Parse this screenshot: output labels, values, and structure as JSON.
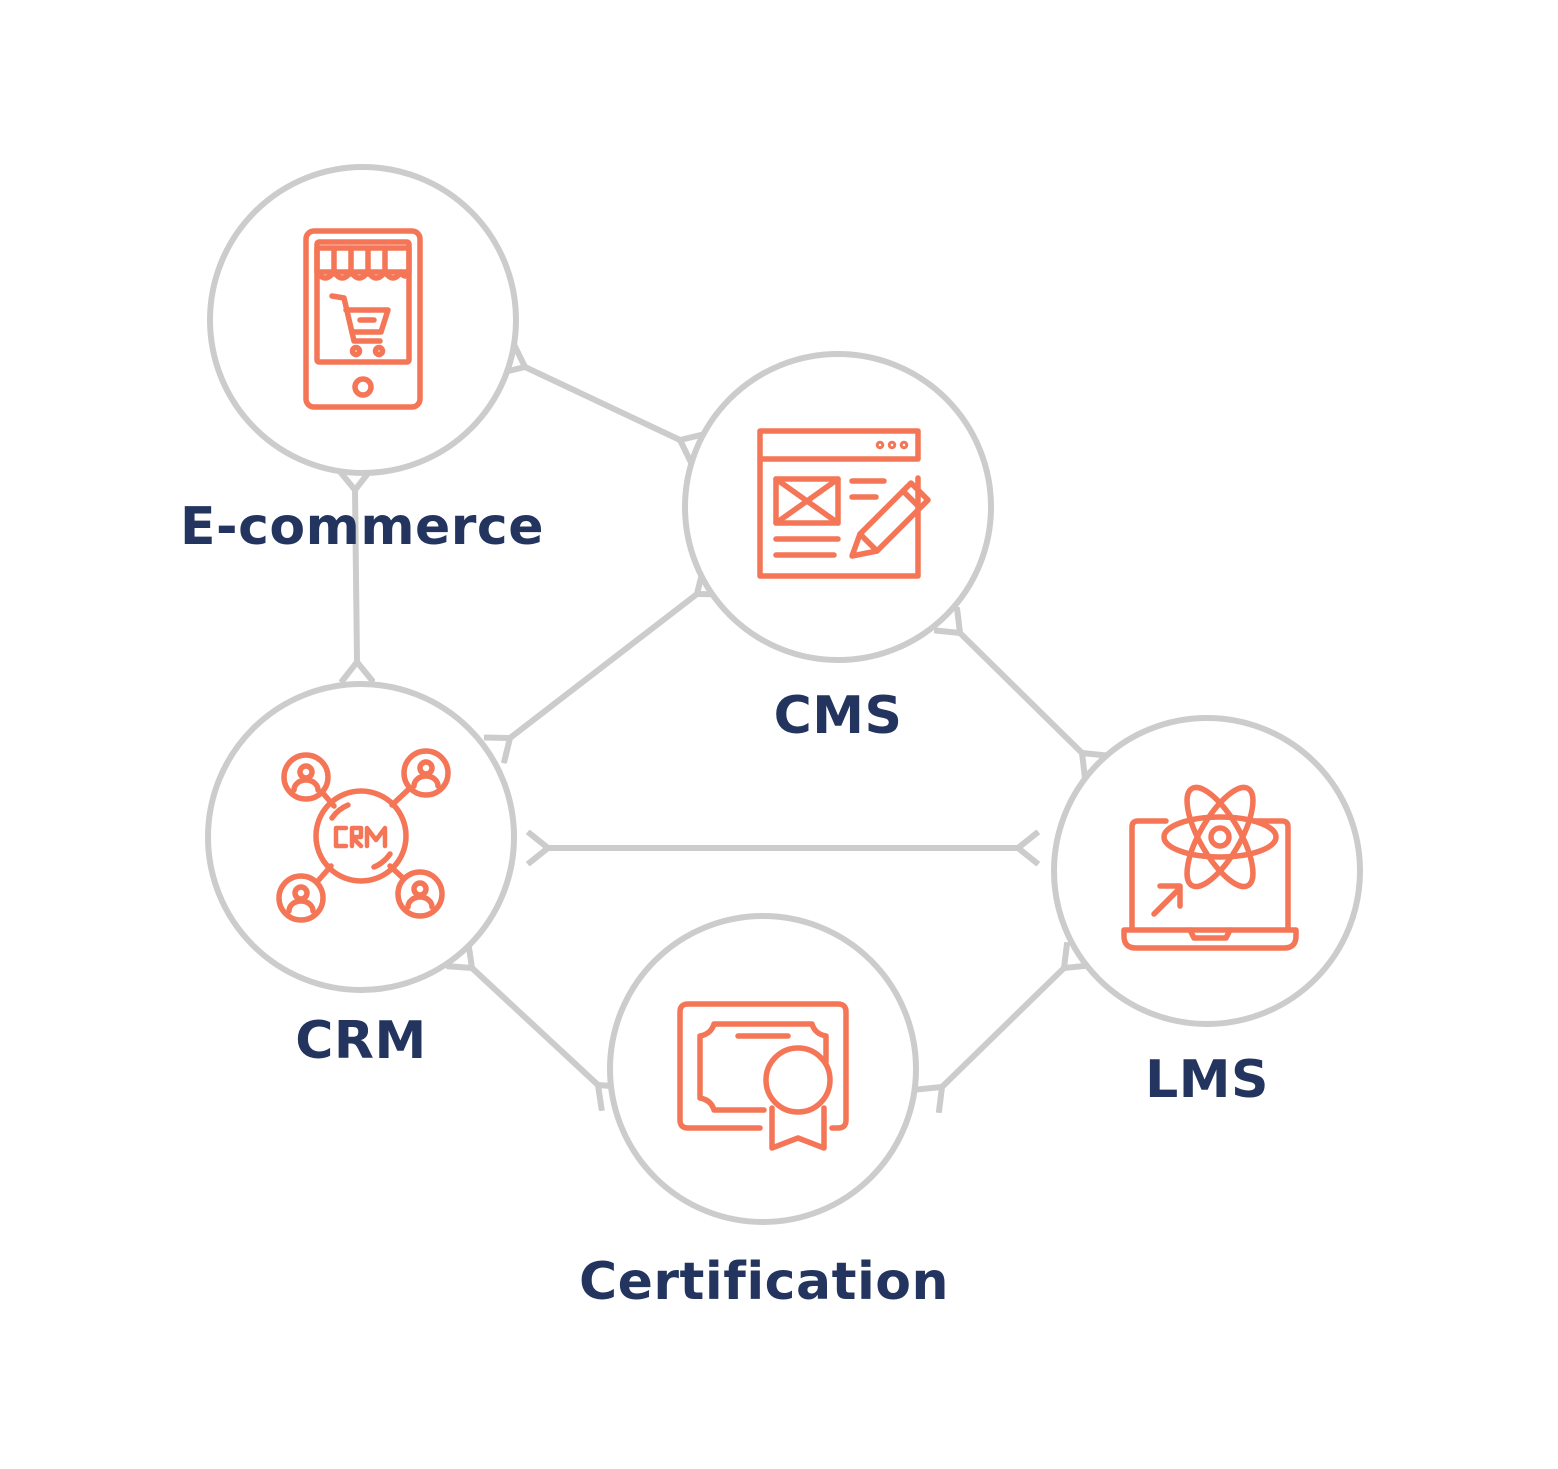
{
  "colors": {
    "ring": "#cccccc",
    "arrow": "#cccccc",
    "icon": "#f47656",
    "label": "#23355f",
    "background": "#ffffff"
  },
  "nodes": {
    "ecommerce": {
      "label": "E-commerce",
      "icon": "mobile-shop-cart-icon"
    },
    "cms": {
      "label": "CMS",
      "icon": "web-editor-pencil-icon"
    },
    "crm": {
      "label": "CRM",
      "icon": "crm-network-icon"
    },
    "lms": {
      "label": "LMS",
      "icon": "laptop-atom-icon"
    },
    "certification": {
      "label": "Certification",
      "icon": "certificate-ribbon-icon"
    }
  },
  "connections": [
    {
      "from": "ecommerce",
      "to": "cms",
      "direction": "both"
    },
    {
      "from": "ecommerce",
      "to": "crm",
      "direction": "both"
    },
    {
      "from": "cms",
      "to": "crm",
      "direction": "both"
    },
    {
      "from": "cms",
      "to": "lms",
      "direction": "both"
    },
    {
      "from": "crm",
      "to": "lms",
      "direction": "both"
    },
    {
      "from": "crm",
      "to": "certification",
      "direction": "both"
    },
    {
      "from": "certification",
      "to": "lms",
      "direction": "both"
    }
  ]
}
